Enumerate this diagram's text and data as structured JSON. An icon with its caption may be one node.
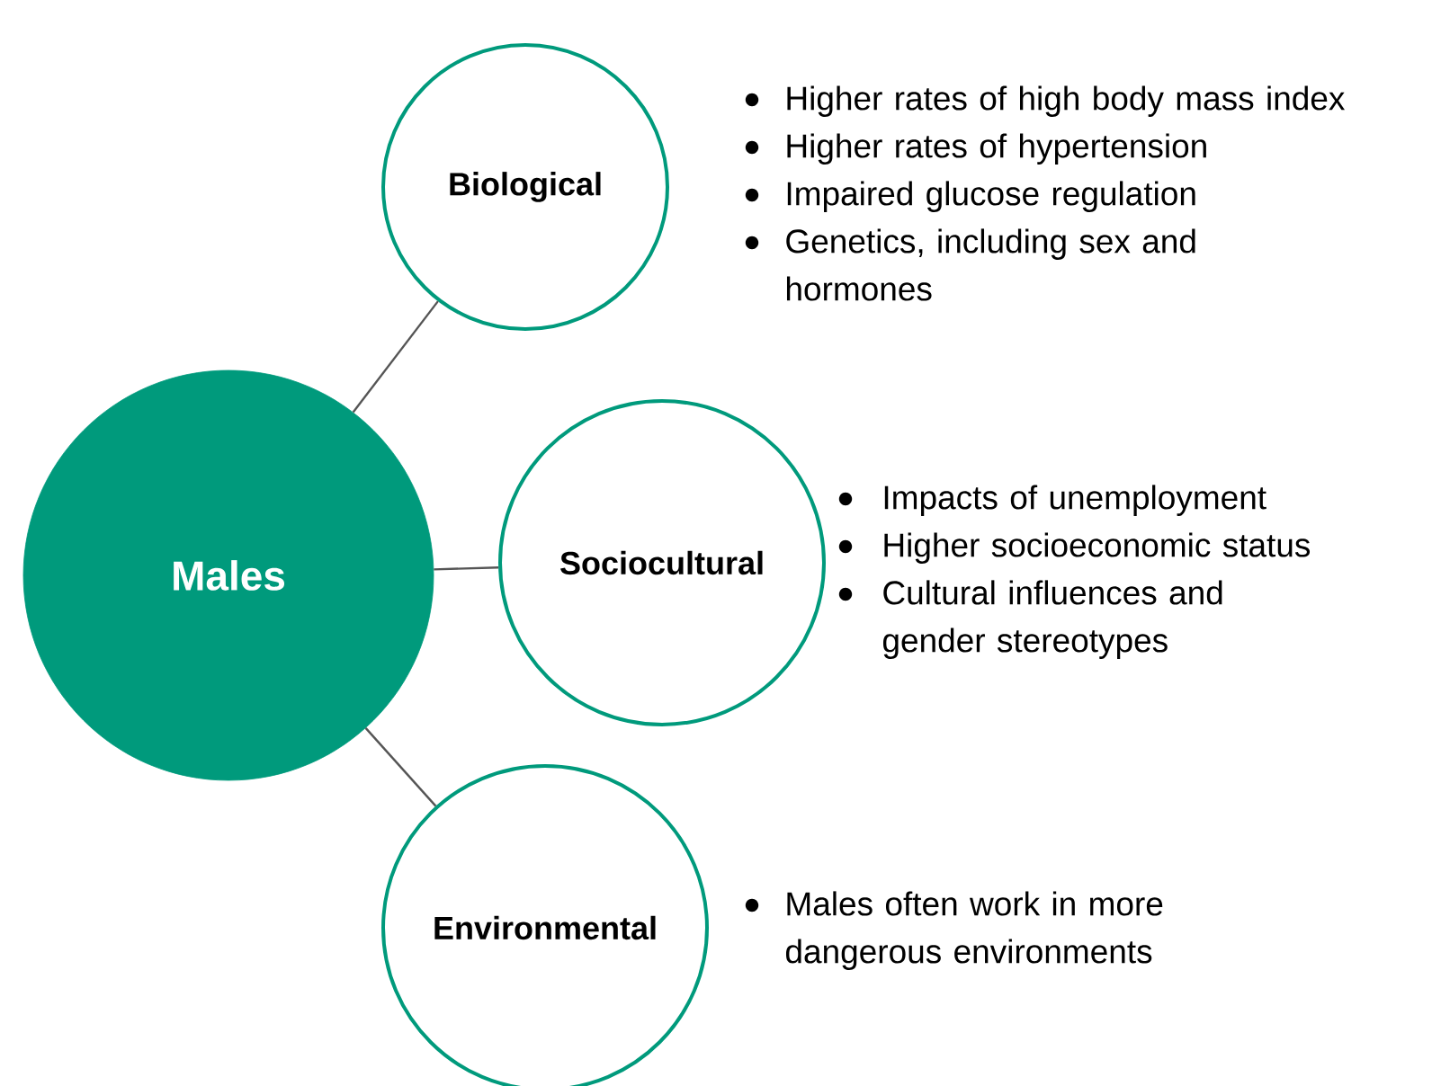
{
  "diagram": {
    "nodes": [
      {
        "text": [
          "Males"
        ]
      },
      {
        "text": [
          "Biological"
        ],
        "beside": [
          "Higher rates of high body mass index",
          "Higher rates of hypertension",
          "Impaired glucose regulation",
          "Genetics, including sex and hormones"
        ]
      },
      {
        "text": [
          "Sociocultural"
        ],
        "beside": [
          "Impacts of unemployment",
          "Higher socioeconomic status",
          "Cultural influences and gender stereotypes"
        ]
      },
      {
        "text": [
          "Environmental"
        ],
        "beside": [
          "Males often work in more dangerous environments"
        ]
      }
    ],
    "edges": [
      {
        "from": 0,
        "to": 1,
        "arrow": "none"
      },
      {
        "from": 0,
        "to": 2,
        "arrow": "none"
      },
      {
        "from": 0,
        "to": 3,
        "arrow": "none"
      }
    ]
  }
}
